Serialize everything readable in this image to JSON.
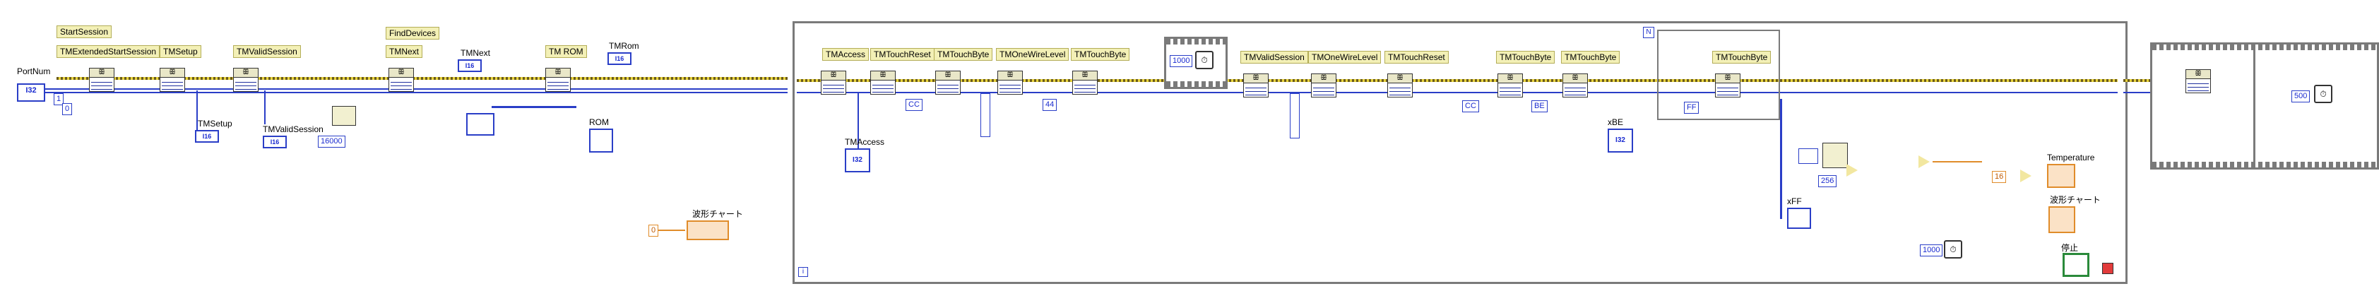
{
  "labels": {
    "start_session": "StartSession",
    "tm_extended_start_session": "TMExtendedStartSession",
    "tm_setup": "TMSetup",
    "tm_valid_session": "TMValidSession",
    "find_devices": "FindDevices",
    "tm_next": "TMNext",
    "tm_rom": "TM ROM",
    "tm_access": "TMAccess",
    "tm_touch_reset": "TMTouchReset",
    "tm_touch_byte_1": "TMTouchByte",
    "tm_one_wire_level": "TMOneWireLevel",
    "tm_touch_byte_2": "TMTouchByte",
    "tm_valid_session_2": "TMValidSession",
    "tm_one_wire_level_2": "TMOneWireLevel",
    "tm_touch_reset_2": "TMTouchReset",
    "tm_touch_byte_3": "TMTouchByte",
    "tm_touch_byte_4": "TMTouchByte",
    "tm_touch_byte_5": "TMTouchByte"
  },
  "terminals": {
    "port_num": "PortNum",
    "port_num_type": "I32",
    "tm_setup_ind": "TMSetup",
    "tm_valid_session_ind": "TMValidSession",
    "tm_next_ind": "TMNext",
    "tm_rom_ind": "TMRom",
    "rom_ind": "ROM",
    "tm_access_ind": "TMAccess",
    "xbe_ind": "xBE",
    "xff_ind": "xFF",
    "temperature_ind": "Temperature",
    "chart_ind_1": "波形チャート",
    "chart_ind_2": "波形チャート",
    "stop_ctl": "停止",
    "type_i32": "I32",
    "type_i16": "I16"
  },
  "constants": {
    "c_1": "1",
    "c_0": "0",
    "c_16000": "16000",
    "c_1000": "1000",
    "c_cc": "CC",
    "c_44": "44",
    "c_be": "BE",
    "c_ff": "FF",
    "c_256": "256",
    "c_16": "16",
    "c_1000b": "1000",
    "c_500": "500",
    "loop_n": "N",
    "loop_i": "i",
    "chart_zero": "0"
  },
  "colors": {
    "wire_blue": "#2a3ec7",
    "wire_orange": "#e08c2a",
    "label_bg": "#f3f0b6",
    "frame_gray": "#7a7a7a",
    "stop_green": "#2a8a3a"
  }
}
